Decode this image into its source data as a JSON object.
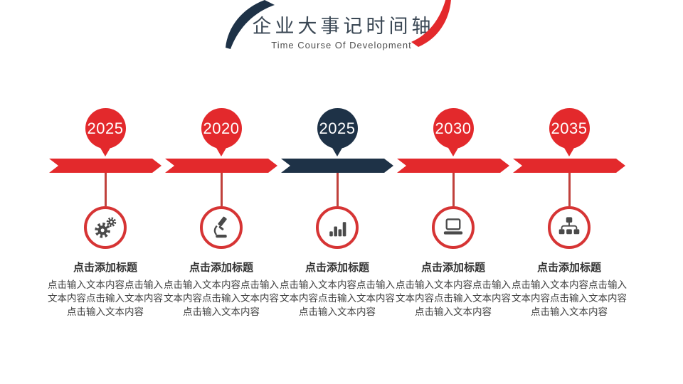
{
  "header": {
    "title": "企业大事记时间轴",
    "subtitle": "Time Course Of Development"
  },
  "colors": {
    "red": "#e3292c",
    "navy": "#1e3247",
    "ring": "#d63434",
    "line": "#c0413c",
    "icon": "#4a4a4a",
    "ink_title": "#3a4754",
    "ink_sub": "#4f4f4f",
    "text_title": "#333333",
    "text_body": "#3f3f3f"
  },
  "timeline": {
    "items": [
      {
        "year": "2025",
        "theme": "red",
        "icon": "gears-icon",
        "title": "点击添加标题",
        "body": "点击输入文本内容点击输入文本内容点击输入文本内容点击输入文本内容"
      },
      {
        "year": "2020",
        "theme": "red",
        "icon": "microscope-icon",
        "title": "点击添加标题",
        "body": "点击输入文本内容点击输入文本内容点击输入文本内容点击输入文本内容"
      },
      {
        "year": "2025",
        "theme": "navy",
        "icon": "bar-chart-icon",
        "title": "点击添加标题",
        "body": "点击输入文本内容点击输入文本内容点击输入文本内容点击输入文本内容"
      },
      {
        "year": "2030",
        "theme": "red",
        "icon": "laptop-icon",
        "title": "点击添加标题",
        "body": "点击输入文本内容点击输入文本内容点击输入文本内容点击输入文本内容"
      },
      {
        "year": "2035",
        "theme": "red",
        "icon": "org-chart-icon",
        "title": "点击添加标题",
        "body": "点击输入文本内容点击输入文本内容点击输入文本内容点击输入文本内容"
      }
    ]
  }
}
